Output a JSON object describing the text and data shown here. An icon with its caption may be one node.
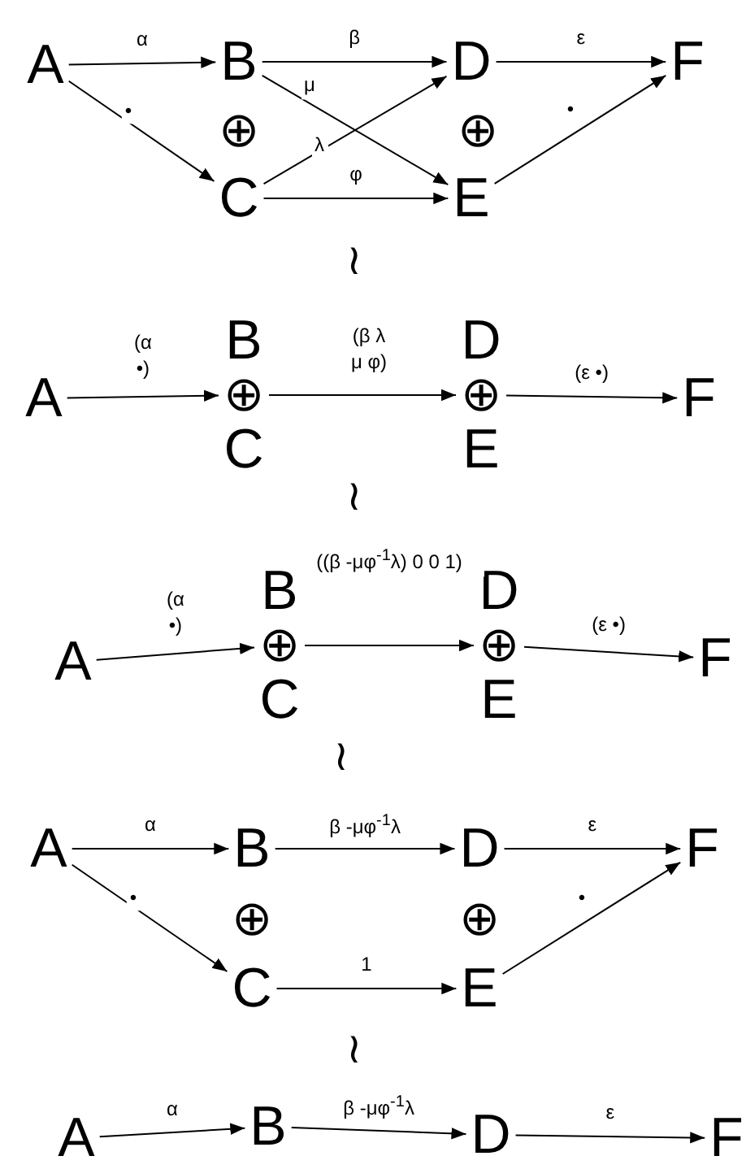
{
  "diagram": {
    "nodes": [
      {
        "text": [
          "A"
        ]
      },
      {
        "text": [
          "B"
        ]
      },
      {
        "text": [
          "C"
        ]
      },
      {
        "text": [
          "D"
        ]
      },
      {
        "text": [
          "E"
        ]
      },
      {
        "text": [
          "F"
        ]
      },
      {
        "text": [
          "A"
        ]
      },
      {
        "text": [
          "B",
          "⊕",
          "C"
        ]
      },
      {
        "text": [
          "D",
          "⊕",
          "E"
        ]
      },
      {
        "text": [
          "F"
        ]
      },
      {
        "text": [
          "A"
        ]
      },
      {
        "text": [
          "B",
          "⊕",
          "C"
        ]
      },
      {
        "text": [
          "D",
          "⊕",
          "E"
        ]
      },
      {
        "text": [
          "F"
        ]
      },
      {
        "text": [
          "A"
        ]
      },
      {
        "text": [
          "B"
        ]
      },
      {
        "text": [
          "C"
        ]
      },
      {
        "text": [
          "D"
        ]
      },
      {
        "text": [
          "E"
        ]
      },
      {
        "text": [
          "F"
        ]
      },
      {
        "text": [
          "A"
        ]
      },
      {
        "text": [
          "B"
        ]
      },
      {
        "text": [
          "D"
        ]
      },
      {
        "text": [
          "F"
        ]
      }
    ],
    "edges": [
      {
        "from": 0,
        "to": 1,
        "arrow": "to",
        "label": "α"
      },
      {
        "from": 0,
        "to": 2,
        "arrow": "to",
        "label": "•"
      },
      {
        "from": 1,
        "to": 3,
        "arrow": "to",
        "label": "β"
      },
      {
        "from": 1,
        "to": 4,
        "arrow": "to",
        "label": "μ"
      },
      {
        "from": 2,
        "to": 3,
        "arrow": "to",
        "label": "λ"
      },
      {
        "from": 2,
        "to": 4,
        "arrow": "to",
        "label": "φ"
      },
      {
        "from": 3,
        "to": 5,
        "arrow": "to",
        "label": "ε"
      },
      {
        "from": 4,
        "to": 5,
        "arrow": "to",
        "label": "•"
      },
      {
        "from": 6,
        "to": 7,
        "arrow": "to",
        "label": "(α •)"
      },
      {
        "from": 7,
        "to": 8,
        "arrow": "to",
        "label": "(β λ μ φ)"
      },
      {
        "from": 8,
        "to": 9,
        "arrow": "to",
        "label": "(ε •)"
      },
      {
        "from": 10,
        "to": 11,
        "arrow": "to",
        "label": "(α •)"
      },
      {
        "from": 11,
        "to": 12,
        "arrow": "to",
        "label": "((β -μφ$^{-1}$λ) 0 0 1)"
      },
      {
        "from": 12,
        "to": 13,
        "arrow": "to",
        "label": "(ε •)"
      },
      {
        "from": 14,
        "to": 15,
        "arrow": "to",
        "label": "α"
      },
      {
        "from": 14,
        "to": 16,
        "arrow": "to",
        "label": "•"
      },
      {
        "from": 15,
        "to": 17,
        "arrow": "to",
        "label": "β -μφ$^{-1}$λ"
      },
      {
        "from": 17,
        "to": 19,
        "arrow": "to",
        "label": "ε"
      },
      {
        "from": 16,
        "to": 18,
        "arrow": "to",
        "label": "1"
      },
      {
        "from": 18,
        "to": 19,
        "arrow": "to",
        "label": "•"
      },
      {
        "from": 20,
        "to": 21,
        "arrow": "to",
        "label": "α"
      },
      {
        "from": 21,
        "to": 22,
        "arrow": "to",
        "label": "β -μφ$^{-1}$λ"
      },
      {
        "from": 22,
        "to": 23,
        "arrow": "to",
        "label": "ε"
      }
    ],
    "labels": [
      "⊕",
      "⊕",
      "≀",
      "≀",
      "≀",
      "⊕",
      "⊕",
      "≀"
    ]
  }
}
